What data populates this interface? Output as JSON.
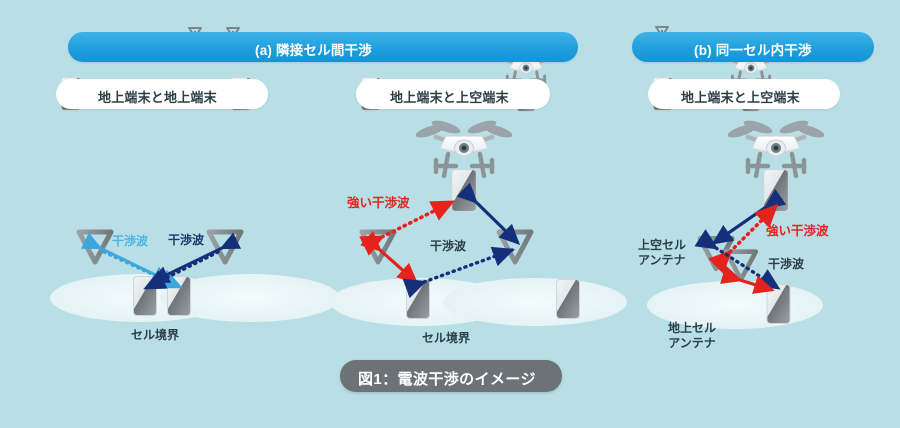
{
  "figure": {
    "background_color": "#b9dfe6",
    "caption": "図1：電波干渉のイメージ",
    "caption_bg": "#6c7276"
  },
  "palette": {
    "header_blue": "#1f9fdd",
    "light_blue_arrow": "#3ea6dd",
    "navy_arrow": "#14307a",
    "red_arrow": "#e4231e",
    "cell_ellipse": "#e8f5f7",
    "tower_gray": "#8b9195",
    "phone_gray": "#6f7478"
  },
  "panels": [
    {
      "id": "a",
      "header": "(a) 隣接セル間干渉",
      "header_icons": "two-antennas-two-cells",
      "subpanels": [
        {
          "id": "a1",
          "pill_label": "地上端末と地上端末",
          "pill_icons": [
            "phone-icon",
            "phone-icon"
          ],
          "arrow_labels": [
            {
              "text": "干渉波",
              "color": "light-blue"
            },
            {
              "text": "干渉波",
              "color": "navy"
            }
          ],
          "ground_label": "セル境界",
          "elements": [
            "tower-left",
            "tower-right",
            "phone-left",
            "phone-right",
            "cell-left",
            "cell-right"
          ]
        },
        {
          "id": "a2",
          "pill_label": "地上端末と上空端末",
          "pill_icons": [
            "phone-icon",
            "drone-icon"
          ],
          "arrow_labels": [
            {
              "text": "強い干渉波",
              "color": "red"
            },
            {
              "text": "干渉波",
              "color": "dark"
            }
          ],
          "ground_label": "セル境界",
          "elements": [
            "drone-with-phone",
            "tower-left",
            "tower-right",
            "phone-center",
            "phone-right",
            "cell-left",
            "cell-right"
          ]
        }
      ]
    },
    {
      "id": "b",
      "header": "(b) 同一セル内干渉",
      "header_icons": "one-antenna-one-cell",
      "subpanels": [
        {
          "id": "b1",
          "pill_label": "地上端末と上空端末",
          "pill_icons": [
            "phone-icon",
            "drone-icon"
          ],
          "arrow_labels": [
            {
              "text": "強い干渉波",
              "color": "red"
            },
            {
              "text": "干渉波",
              "color": "dark"
            }
          ],
          "antenna_labels": [
            {
              "line1": "上空セル",
              "line2": "アンテナ"
            },
            {
              "line1": "地上セル",
              "line2": "アンテナ"
            }
          ],
          "elements": [
            "drone-with-phone",
            "tower-tall",
            "tower-short",
            "phone",
            "cell"
          ]
        }
      ]
    }
  ]
}
